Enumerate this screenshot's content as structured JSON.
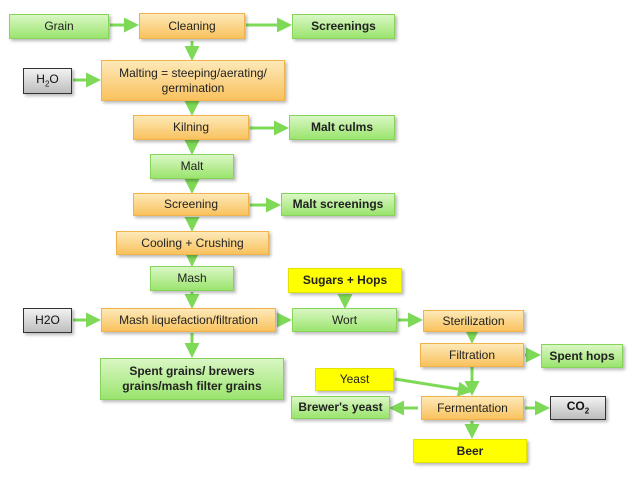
{
  "colors": {
    "process_fill": "#f9c25e",
    "product_fill": "#9be46e",
    "additive_fill": "#ffff00",
    "external_fill": "#bdbdbd",
    "arrow": "#7ed957"
  },
  "nodes": {
    "grain": "Grain",
    "cleaning": "Cleaning",
    "screenings": "Screenings",
    "h2o_1": {
      "main": "H",
      "sub": "2",
      "tail": "O"
    },
    "malting": "Malting = steeping/aerating/ germination",
    "kilning": "Kilning",
    "malt_culms": "Malt culms",
    "malt": "Malt",
    "screening": "Screening",
    "malt_screenings": "Malt screenings",
    "cooling_crushing": "Cooling + Crushing",
    "mash": "Mash",
    "sugars_hops": "Sugars + Hops",
    "h2o_2": "H2O",
    "mash_liquefaction": "Mash liquefaction/filtration",
    "wort": "Wort",
    "sterilization": "Sterilization",
    "filtration": "Filtration",
    "spent_hops": "Spent hops",
    "spent_grains": "Spent grains/ brewers grains/mash filter grains",
    "yeast": "Yeast",
    "brewers_yeast": "Brewer's yeast",
    "fermentation": "Fermentation",
    "co2": {
      "main": "CO",
      "sub": "2"
    },
    "beer": "Beer"
  }
}
